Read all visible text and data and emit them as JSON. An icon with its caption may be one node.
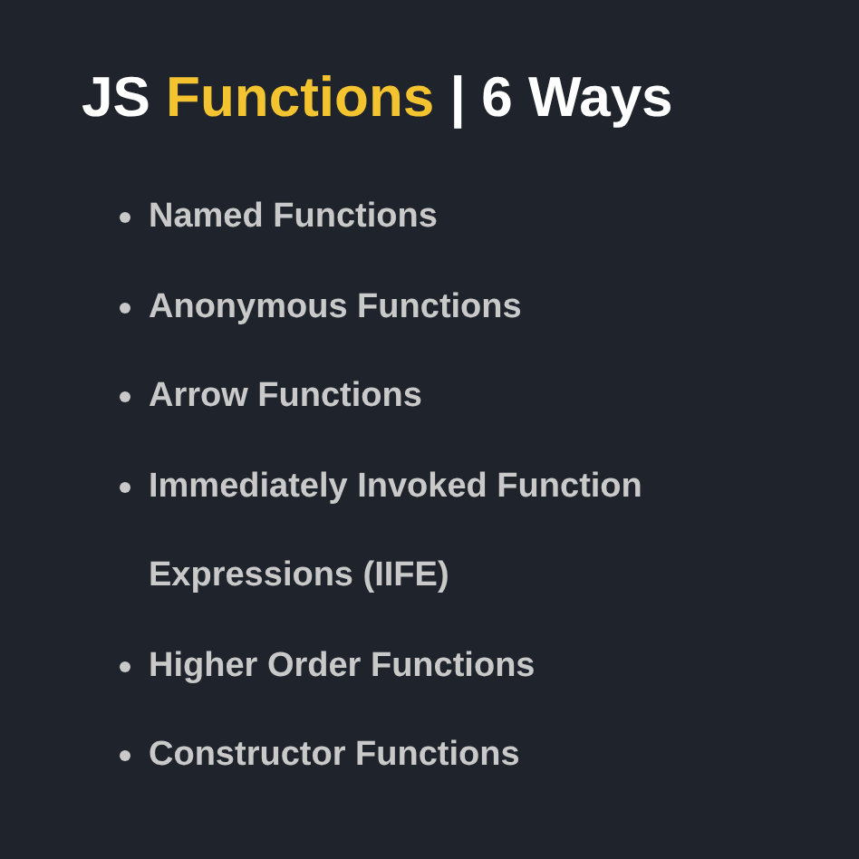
{
  "diagram": {
    "title": "JS Functions | 6 Ways",
    "labels": [
      "Named Functions",
      "Anonymous Functions",
      "Arrow Functions",
      "Immediately Invoked Function Expressions (IIFE)",
      "Higher Order Functions",
      "Constructor Functions"
    ]
  }
}
